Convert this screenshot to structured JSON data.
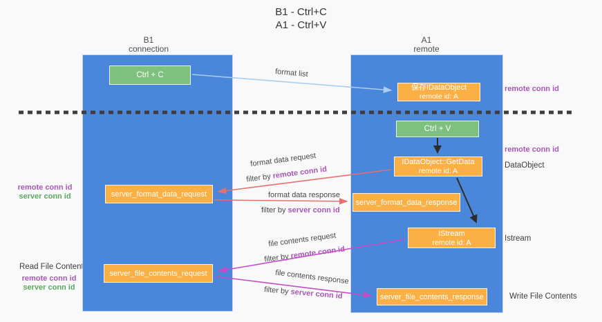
{
  "title": {
    "line1": "B1 - Ctrl+C",
    "line2": "A1 - Ctrl+V"
  },
  "columns": {
    "left": {
      "title": "B1",
      "subtitle": "connection"
    },
    "right": {
      "title": "A1",
      "subtitle": "remote"
    }
  },
  "nodes": {
    "ctrl_c": {
      "label": "Ctrl + C"
    },
    "ctrl_v": {
      "label": "Ctrl + V"
    },
    "save_idataobject": {
      "line1": "保存IDataObject",
      "line2": "remote id: A"
    },
    "getdata": {
      "line1": "IDataObject::GetData",
      "line2": "remote id: A"
    },
    "istream": {
      "line1": "IStream",
      "line2": "remote id: A"
    },
    "server_format_data_request": {
      "label": "server_format_data_request"
    },
    "server_format_data_response": {
      "label": "server_format_data_response"
    },
    "server_file_contents_request": {
      "label": "server_file_contents_request"
    },
    "server_file_contents_response": {
      "label": "server_file_contents_response"
    }
  },
  "edge_labels": {
    "format_list": "format list",
    "format_data_request": "format data request",
    "format_data_response": "format data response",
    "file_contents_request": "file contents request",
    "file_contents_response": "file contents response",
    "filter_by": "filter by ",
    "remote_conn_id": "remote conn id",
    "server_conn_id": "server conn id"
  },
  "side_labels": {
    "right_remote_conn_id_top": "remote conn id",
    "right_remote_conn_id_mid": "remote conn id",
    "dataobject": "DataObject",
    "istream": "Istream",
    "write_file_contents": "Write File Contents",
    "read_file_contents": "Read File Contents",
    "left_top_remote_conn_id": "remote conn id",
    "left_top_server_conn_id": "server conn id",
    "left_bottom_remote_conn_id": "remote conn id",
    "left_bottom_server_conn_id": "server conn id"
  },
  "colors": {
    "column_blue": "#4a86d9",
    "box_green": "#7ec17e",
    "box_orange": "#fbb045",
    "arrow_light_blue": "#a8cfee",
    "arrow_red": "#e57070",
    "arrow_magenta": "#c44fc4",
    "arrow_black": "#2d2d2d",
    "text_purple": "#a757b5",
    "text_green": "#5aa85f",
    "dashed_line": "#3d3d3d"
  }
}
